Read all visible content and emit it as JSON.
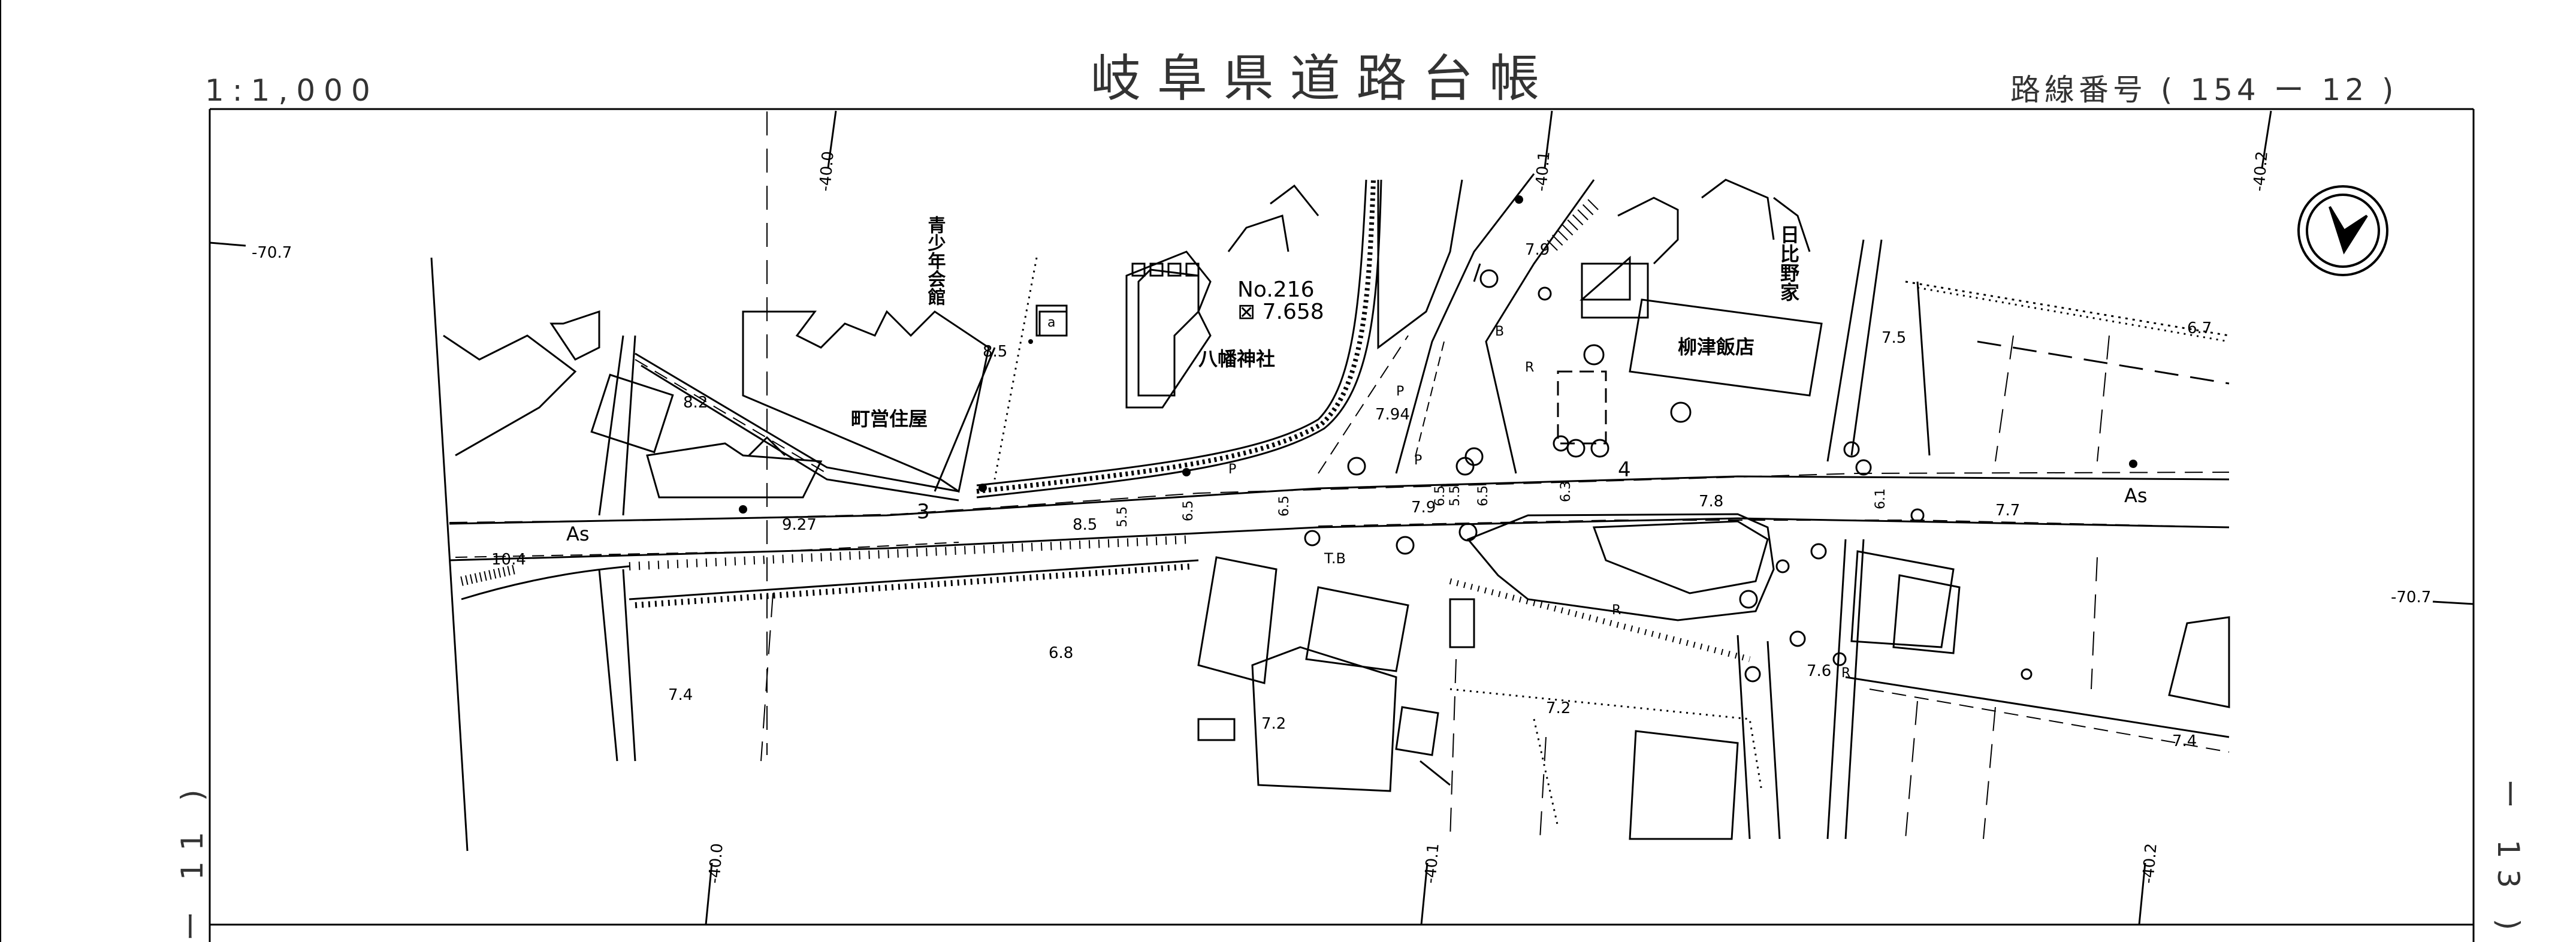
{
  "title": "岐阜県道路台帳",
  "scale": "1:1,000",
  "route_number": "路線番号 ( 154 ー 12 )",
  "adjacent_sheets": {
    "left": "ー 11 )",
    "right": "ー 13 )"
  },
  "grid_labels": {
    "x_top": [
      "-40.0",
      "-40.1",
      "-40.2"
    ],
    "x_bottom": [
      "-40.0",
      "-40.1",
      "-40.2"
    ],
    "y_left": "-70.7",
    "y_right": "-70.7"
  },
  "place_names": {
    "youth_hall": "青少年会館",
    "town_housing": "町営住屋",
    "shrine": "八幡神社",
    "restaurant": "柳津飯店",
    "hibino": "日比野家"
  },
  "benchmark": {
    "number": "No.216",
    "elevation": "⊠ 7.658"
  },
  "road_surface": [
    "As",
    "As"
  ],
  "station_marks": [
    "3",
    "4"
  ],
  "elevations": [
    "10.4",
    "9.27",
    "8.5",
    "8.2",
    "8.5",
    "7.94",
    "7.9",
    "7.9",
    "7.8",
    "7.7",
    "7.5",
    "6.7",
    "7.4",
    "6.8",
    "7.2",
    "7.2",
    "7.6",
    "7.4"
  ],
  "widths": [
    "5.5",
    "6.5",
    "6.5",
    "6.5",
    "6.3",
    "6.1",
    "6.5",
    "5.5"
  ],
  "symbols": {
    "parking": "P",
    "t_mark": "T.B",
    "r_mark": "R",
    "b_mark": "B"
  },
  "north_arrow": "north-arrow"
}
